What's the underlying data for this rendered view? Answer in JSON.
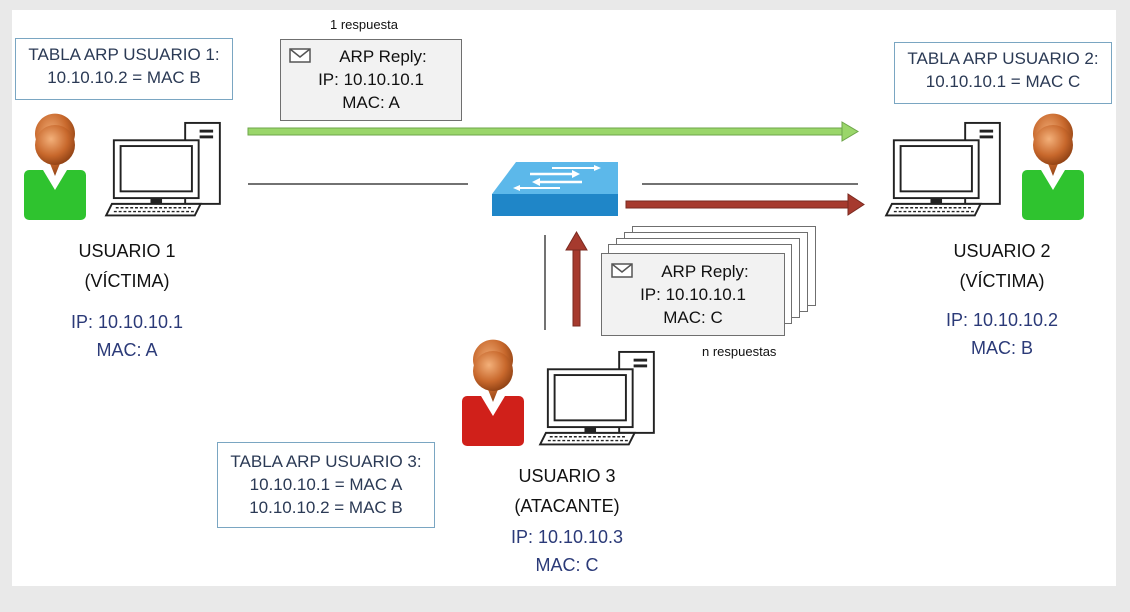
{
  "tables": {
    "user1": {
      "title": "TABLA ARP USUARIO 1:",
      "rows": [
        "10.10.10.2 = MAC B"
      ]
    },
    "user2": {
      "title": "TABLA ARP USUARIO 2:",
      "rows": [
        "10.10.10.1 = MAC C"
      ]
    },
    "user3": {
      "title": "TABLA ARP USUARIO 3:",
      "rows": [
        "10.10.10.1 = MAC A",
        "10.10.10.2 = MAC B"
      ]
    }
  },
  "messages": {
    "single": {
      "caption": "1 respuesta",
      "title": "ARP Reply:",
      "ip": "IP: 10.10.10.1",
      "mac": "MAC: A"
    },
    "multi": {
      "caption": "n respuestas",
      "title": "ARP Reply:",
      "ip": "IP: 10.10.10.1",
      "mac": "MAC: C"
    }
  },
  "users": {
    "user1": {
      "name": "USUARIO 1",
      "role": "(VÍCTIMA)",
      "ip": "IP: 10.10.10.1",
      "mac": "MAC: A",
      "body_color": "#2fc32f"
    },
    "user2": {
      "name": "USUARIO 2",
      "role": "(VÍCTIMA)",
      "ip": "IP: 10.10.10.2",
      "mac": "MAC: B",
      "body_color": "#2fc32f"
    },
    "user3": {
      "name": "USUARIO 3",
      "role": "(ATACANTE)",
      "ip": "IP: 10.10.10.3",
      "mac": "MAC: C",
      "body_color": "#d0201a"
    }
  },
  "colors": {
    "arp_reply_arrow": "#9ad66a",
    "spoofed_arrow": "#a63a2e",
    "switch": "#2e8fd0",
    "table_border": "#7aa6c2"
  },
  "icons": {
    "message": "envelope-icon",
    "network": "switch-icon",
    "host": "computer-icon",
    "person": "person-icon"
  }
}
